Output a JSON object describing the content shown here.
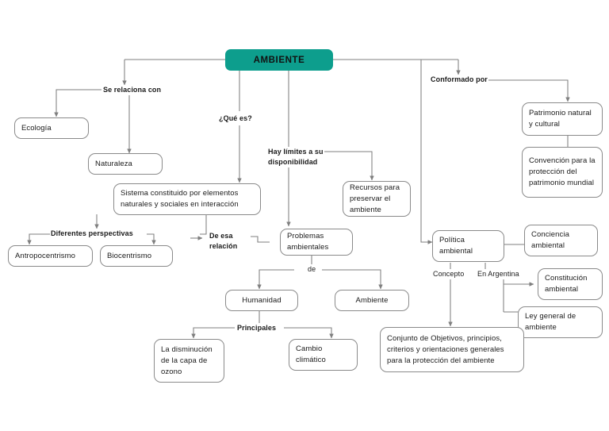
{
  "diagram": {
    "type": "concept-map",
    "title_node": "AMBIENTE",
    "colors": {
      "root_fill": "#0d9e8d",
      "node_border": "#8a8a8a",
      "edge": "#7f7f7f",
      "text": "#1a1a1a",
      "background": "#ffffff"
    },
    "nodes": {
      "root": "AMBIENTE",
      "ecologia": "Ecología",
      "naturaleza": "Naturaleza",
      "sistema": "Sistema constituido por elementos naturales y sociales en interacción",
      "antropocentrismo": "Antropocentrismo",
      "biocentrismo": "Biocentrismo",
      "recursos": "Recursos para preservar el ambiente",
      "problemas": "Problemas ambientales",
      "humanidad": "Humanidad",
      "ambiente_sub": "Ambiente",
      "ozono": "La disminución de la capa de ozono",
      "cambio_climatico": "Cambio climático",
      "patrimonio": "Patrimonio natural y cultural",
      "convencion": "Convención para la protección del patrimonio mundial",
      "politica": "Política ambiental",
      "conciencia": "Conciencia ambiental",
      "constitucion": "Constitución ambiental",
      "ley_general": "Ley general de ambiente",
      "conjunto": "Conjunto de Objetivos, principios, criterios y orientaciones generales para la protección del ambiente"
    },
    "edge_labels": {
      "se_relaciona_con": "Se relaciona con",
      "que_es": "¿Qué es?",
      "hay_limites": "Hay límites a su\ndisponibilidad",
      "diferentes_perspectivas": "Diferentes perspectivas",
      "de_esa_relacion": "De esa\nrelación",
      "de": "de",
      "principales": "Principales",
      "conformado_por": "Conformado por",
      "concepto": "Concepto",
      "en_argentina": "En Argentina"
    }
  }
}
